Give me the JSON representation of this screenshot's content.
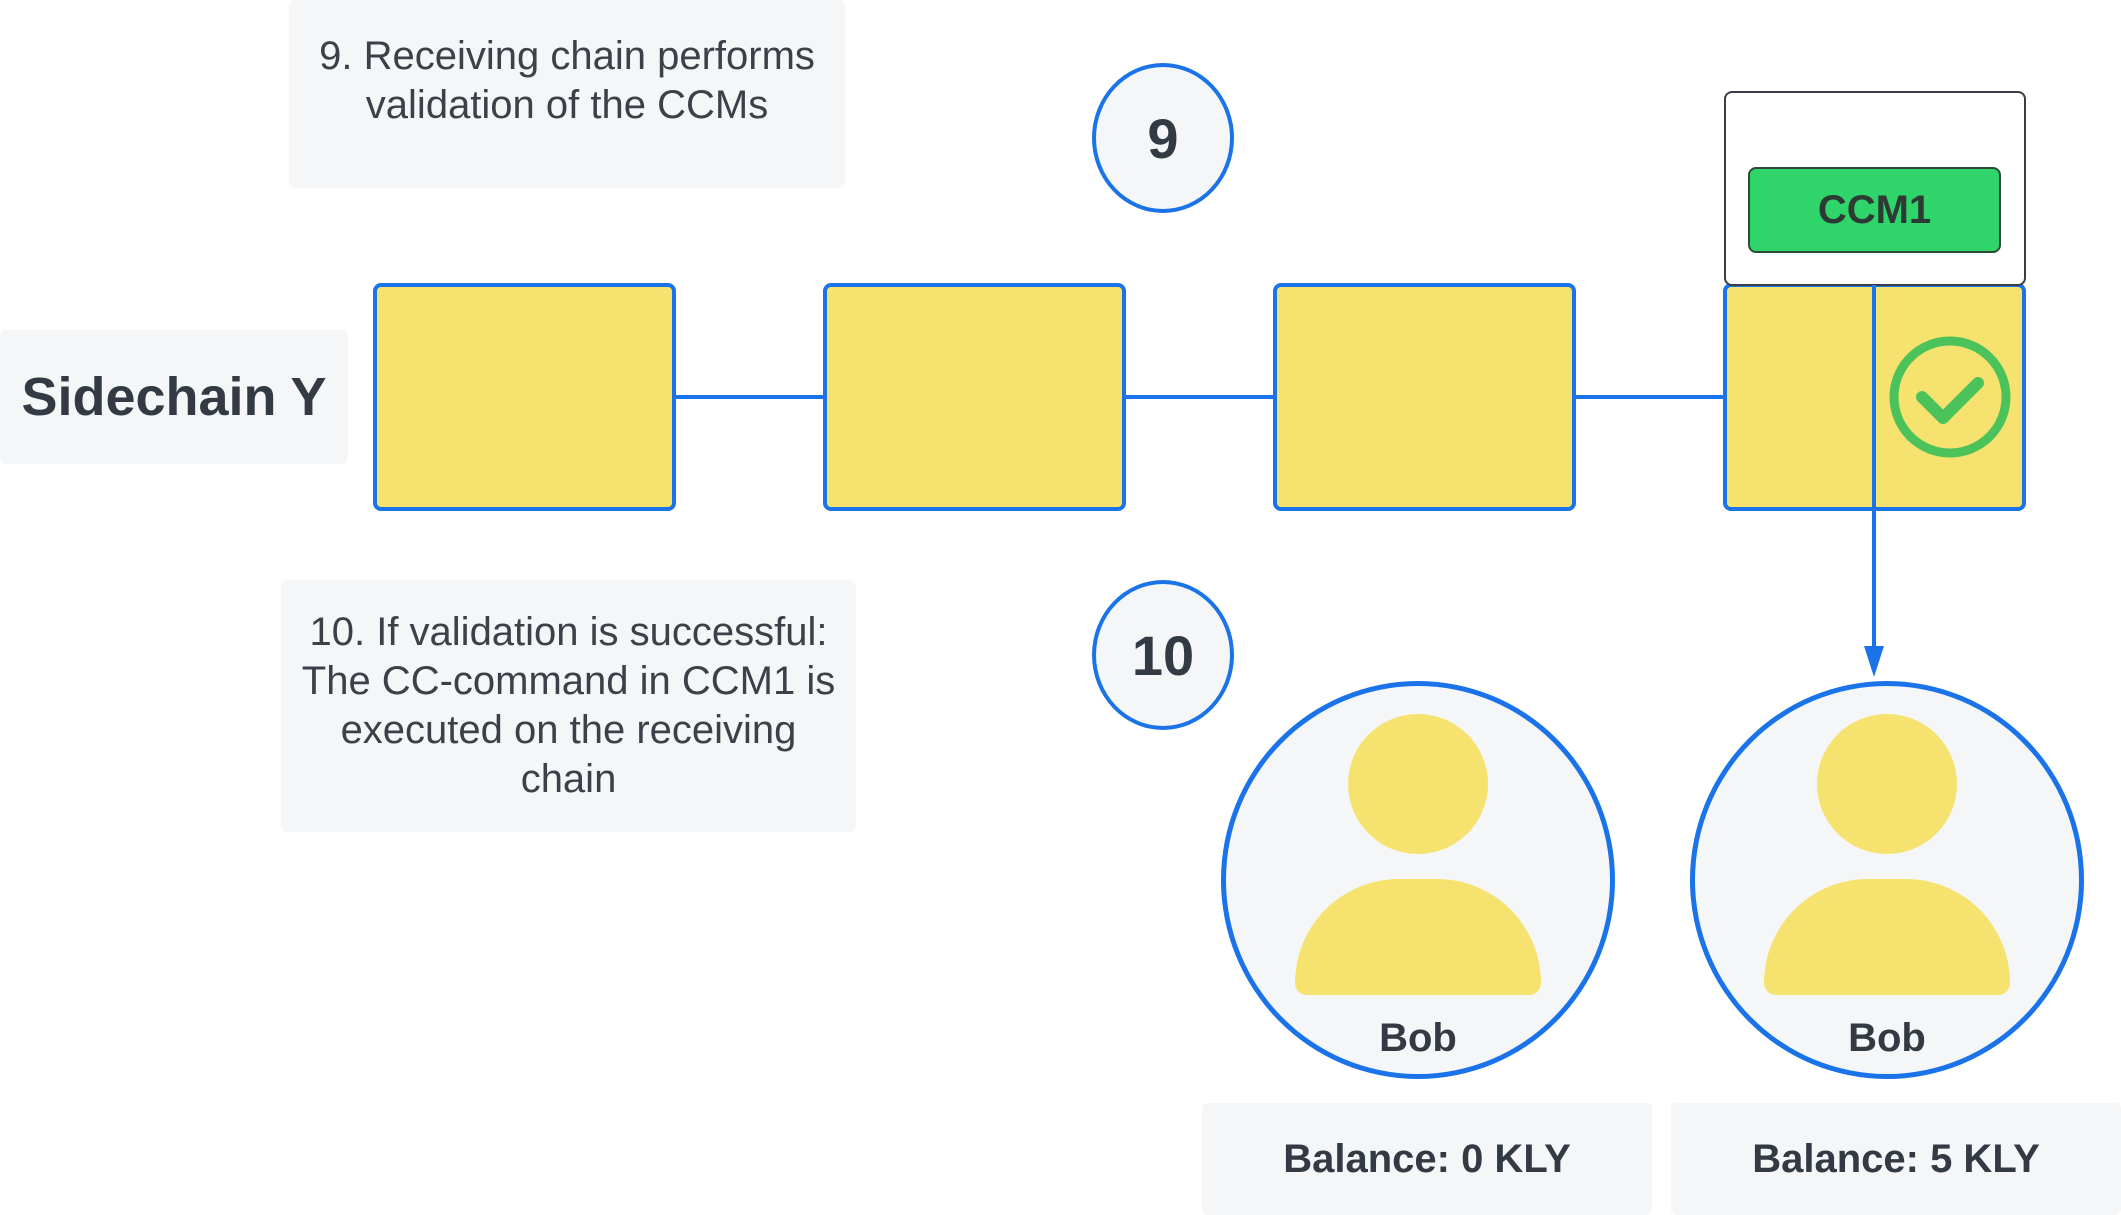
{
  "notes": {
    "step9_lines": [
      "9. Receiving chain performs",
      "validation of the CCMs"
    ],
    "step10_lines": [
      "10. If validation is successful:",
      "The CC-command in CCM1 is",
      "executed on the receiving",
      "chain"
    ]
  },
  "chain": {
    "label": "Sidechain Y"
  },
  "steps": {
    "step9": "9",
    "step10": "10"
  },
  "ccm": {
    "label": "CCM1"
  },
  "accounts": [
    {
      "name": "Bob",
      "balance": "Balance: 0 KLY"
    },
    {
      "name": "Bob",
      "balance": "Balance: 5 KLY"
    }
  ],
  "colors": {
    "block_fill": "#f6e26f",
    "block_border": "#1a73e8",
    "ccm_fill": "#2fd46b",
    "check_green": "#4cc35a",
    "note_bg": "#f5f6f8"
  },
  "icons": {
    "check": "check-circle-icon",
    "user": "user-icon",
    "arrow": "arrow-down-icon"
  }
}
